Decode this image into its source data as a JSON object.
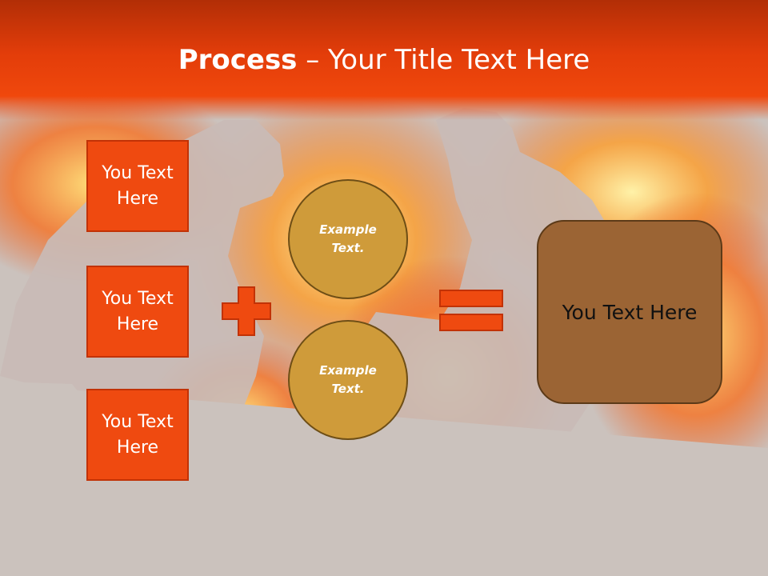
{
  "slide": {
    "title_bold": "Process",
    "title_rest": " – Your Title Text Here"
  },
  "boxes": [
    {
      "label": "You Text Here"
    },
    {
      "label": "You Text Here"
    },
    {
      "label": "You Text Here"
    }
  ],
  "circles": [
    {
      "label": "Example Text."
    },
    {
      "label": "Example Text."
    }
  ],
  "result": {
    "label": "You Text Here"
  },
  "icons": {
    "plus": "plus-icon",
    "equals": "equals-icon"
  },
  "colors": {
    "header": "#e33d0a",
    "box_fill": "#ef4a10",
    "circle_fill": "#cf9b3a",
    "result_fill": "#9b6434",
    "background": "#cbc2bd"
  }
}
